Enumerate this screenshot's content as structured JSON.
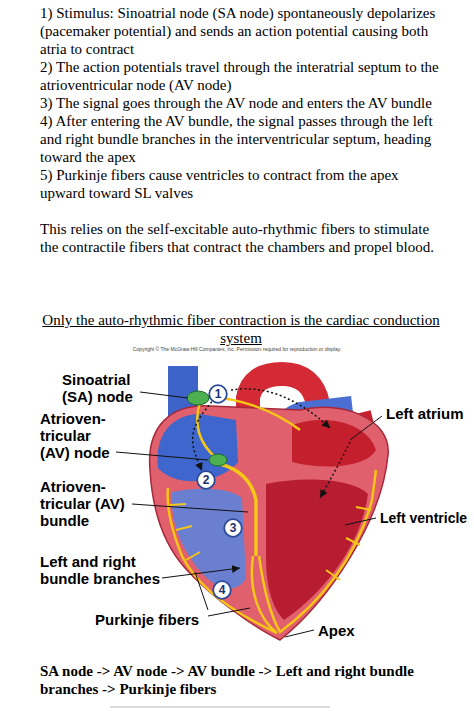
{
  "diagram": {
    "nodes": [
      {
        "text": [
          "1"
        ]
      },
      {
        "text": [
          "2"
        ]
      },
      {
        "text": [
          "3"
        ]
      },
      {
        "text": [
          "4"
        ]
      }
    ],
    "edges": [
      {
        "from": 0,
        "to": 1,
        "arrow": "to"
      }
    ],
    "labels": [
      "1) Stimulus: Sinoatrial node (SA node) spontaneously depolarizes (pacemaker potential) and sends an action potential causing both atria to contract",
      "2) The action potentials travel through the interatrial septum to the atrioventricular node (AV node)",
      "3) The signal goes through the AV node and enters the AV bundle",
      "4) After entering the AV bundle, the signal passes through the left and right bundle branches in the interventricular septum, heading toward the apex",
      "5) Purkinje fibers cause ventricles to contract from the apex upward toward SL valves",
      "This relies on the self-excitable auto-rhythmic fibers to stimulate the contractile fibers that contract the chambers and propel blood.",
      "Only the auto-rhythmic fiber contraction is the cardiac conduction system",
      "Copyright © The McGraw-Hill Companies, Inc. Permission required for reproduction or display.",
      "Sinoatrial (SA) node",
      "Left atrium",
      "Atrioven-tricular (AV) node",
      "Atrioven-tricular (AV) bundle",
      "Left ventricle",
      "Left and right bundle branches",
      "Purkinje fibers",
      "Apex",
      "SA node -> AV node -> AV bundle -> Left and right bundle branches -> Purkinje fibers"
    ]
  }
}
